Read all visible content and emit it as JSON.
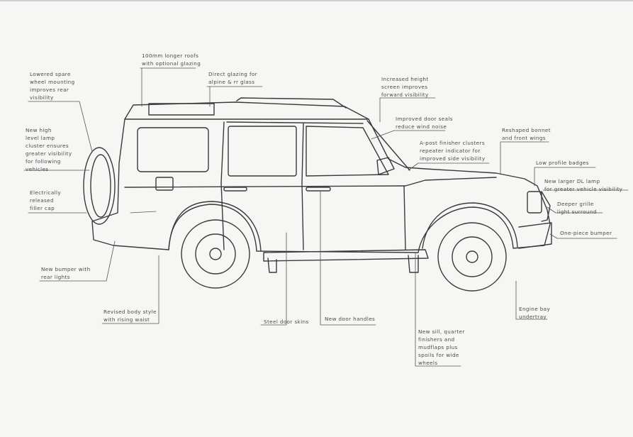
{
  "annotations": {
    "lowered_spare": "Lowered spare\nwheel mounting\nimproves rear\nvisibility",
    "longer_roof": "100mm longer roofs\nwith optional glazing",
    "direct_glazing": "Direct glazing for\nalpine & rr glass",
    "windscreen_height": "Increased height\nscreen improves\nforward visibility",
    "high_level_lamp": "New high\nlevel lamp\ncluster ensures\ngreater visibility\nfor following\nvehicles",
    "door_seals": "Improved door seals\nreduce wind noise",
    "bonnet_wings": "Reshaped bonnet\nand front wings",
    "finisher_clusters": "A-post finisher clusters\nrepeater indicator for\nimproved side visibility",
    "filler_cap": "Electrically\nreleased\nfiller cap",
    "low_profile_badges": "Low profile badges",
    "dl_lamp": "New larger DL lamp\nfor greater vehicle visibility",
    "deeper_grille": "Deeper grille\nlight surround",
    "one_piece_bumper": "One-piece bumper",
    "rear_bumper": "New bumper with\nrear lights",
    "body_style": "Revised body style\nwith rising waist",
    "steel_door_skins": "Steel door skins",
    "door_handles": "New door handles",
    "engine_bay": "Engine bay\nundertray",
    "sill_finishers": "New sill, quarter\nfinishers and\nmudflaps plus\nspoils for wide\nwheels"
  },
  "colors": {
    "ink": "#3a3a3a",
    "leader": "#555555",
    "paper": "#f6f6f4"
  }
}
